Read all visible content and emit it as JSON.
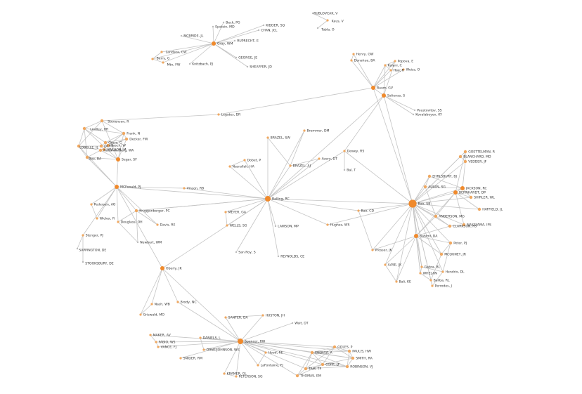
{
  "colors": {
    "background": "#ffffff",
    "edge": "#c4c4c4",
    "node_major": "#f08a2c",
    "node_minor": "#f0a860",
    "node_small": "#bbbbbb",
    "label": "#333333"
  },
  "nodes": [
    {
      "id": "gray",
      "label": "Gray, WM",
      "degree": 12
    },
    {
      "id": "beck",
      "label": "Beck, PG",
      "degree": 1
    },
    {
      "id": "epstein",
      "label": "Epstein, MD",
      "degree": 1
    },
    {
      "id": "kidder",
      "label": "KIDDER, SQ",
      "degree": 1
    },
    {
      "id": "chan",
      "label": "CHAN, JCL",
      "degree": 1
    },
    {
      "id": "mcbride",
      "label": "MCBRIDE, JL",
      "degree": 1
    },
    {
      "id": "ruprecht",
      "label": "RUPRECHT, E",
      "degree": 1
    },
    {
      "id": "landsea",
      "label": "Landsea, CW",
      "degree": 2
    },
    {
      "id": "berry",
      "label": "Berry, G",
      "degree": 2
    },
    {
      "id": "mtn",
      "label": "Mtn, FW",
      "degree": 2
    },
    {
      "id": "george",
      "label": "GEORGE, JE",
      "degree": 1
    },
    {
      "id": "knitzbach",
      "label": "Knitzbach, PJ",
      "degree": 1
    },
    {
      "id": "sheaffer",
      "label": "SHEAFFER, JD",
      "degree": 1
    },
    {
      "id": "rublovcak",
      "label": "RUBLOVCAK, V",
      "degree": 1
    },
    {
      "id": "kaus",
      "label": "Kaus, V",
      "degree": 2
    },
    {
      "id": "tabla",
      "label": "Tabla, O",
      "degree": 1
    },
    {
      "id": "henry",
      "label": "Henry, GW",
      "degree": 2
    },
    {
      "id": "donahue",
      "label": "Donahue, BA",
      "degree": 2
    },
    {
      "id": "popova",
      "label": "Popova, E",
      "degree": 2
    },
    {
      "id": "kalani",
      "label": "Kalani, C",
      "degree": 2
    },
    {
      "id": "haa",
      "label": "Haa, R",
      "degree": 2
    },
    {
      "id": "weiss",
      "label": "Weiss, O",
      "degree": 2
    },
    {
      "id": "baum",
      "label": "Baum, GV",
      "degree": 12
    },
    {
      "id": "saliunas",
      "label": "Saliunas, S",
      "degree": 9
    },
    {
      "id": "poustovitov",
      "label": "Poustovitov, SS",
      "degree": 1
    },
    {
      "id": "kovalaboyev",
      "label": "Kovalaboyev, KY",
      "degree": 1
    },
    {
      "id": "legates",
      "label": "Legates, DR",
      "degree": 2
    },
    {
      "id": "stevenson",
      "label": "Stevenson, R",
      "degree": 4
    },
    {
      "id": "lindley",
      "label": "Lindley, HR",
      "degree": 5
    },
    {
      "id": "frank",
      "label": "Frank, N",
      "degree": 5
    },
    {
      "id": "decker",
      "label": "Decker, FW",
      "degree": 5
    },
    {
      "id": "gross",
      "label": "Gross, C",
      "degree": 5
    },
    {
      "id": "dcfin",
      "label": "DCFin",
      "degree": 5
    },
    {
      "id": "vwlson",
      "label": "VWLSON, M",
      "degree": 5
    },
    {
      "id": "pasch",
      "label": "Pasch, W",
      "degree": 5
    },
    {
      "id": "lobelle",
      "label": "LOBELLE, JL",
      "degree": 5
    },
    {
      "id": "nullanderberg",
      "label": "Nullanderberg, WA",
      "degree": 5
    },
    {
      "id": "boe",
      "label": "Boe, BA",
      "degree": 5
    },
    {
      "id": "segar",
      "label": "Segar, SF",
      "degree": 8
    },
    {
      "id": "mcfonald",
      "label": "MCFonald, PJ",
      "degree": 10
    },
    {
      "id": "vinson",
      "label": "Vinson, RB",
      "degree": 2
    },
    {
      "id": "pedersen",
      "label": "Pedersen, AO",
      "degree": 2
    },
    {
      "id": "wicker",
      "label": "Wicker, R",
      "degree": 2
    },
    {
      "id": "kruggenberger",
      "label": "Kruggenberger, PC",
      "degree": 5
    },
    {
      "id": "douglass",
      "label": "Douglass, OH",
      "degree": 3
    },
    {
      "id": "davis",
      "label": "Davis, RE",
      "degree": 2
    },
    {
      "id": "stenger",
      "label": "Stenger, PJ",
      "degree": 2
    },
    {
      "id": "newburt",
      "label": "Newburt, WM",
      "degree": 1
    },
    {
      "id": "sappington",
      "label": "SAPPINGTON, DE",
      "degree": 1
    },
    {
      "id": "stooksbury",
      "label": "STOOKSBURY, DE",
      "degree": 1
    },
    {
      "id": "brazel_sw",
      "label": "BRAZEL, SW",
      "degree": 2
    },
    {
      "id": "bremmer",
      "label": "Bremmer, DM",
      "degree": 2
    },
    {
      "id": "dobet",
      "label": "Dobet, P",
      "degree": 2
    },
    {
      "id": "nasrallah",
      "label": "Nasrallah, HA",
      "degree": 2
    },
    {
      "id": "brazel_aj",
      "label": "BRAZEL, AJ",
      "degree": 3
    },
    {
      "id": "avery",
      "label": "Avery, DT",
      "degree": 2
    },
    {
      "id": "dewey",
      "label": "Dewey, RS",
      "degree": 3
    },
    {
      "id": "bal",
      "label": "Bal, T",
      "degree": 1
    },
    {
      "id": "balling",
      "label": "Balling, RC",
      "degree": 16
    },
    {
      "id": "meyer",
      "label": "MEYER, GA",
      "degree": 2
    },
    {
      "id": "wells",
      "label": "WELLS, SG",
      "degree": 2
    },
    {
      "id": "lawson",
      "label": "LAWSON, MP",
      "degree": 1
    },
    {
      "id": "sanroy",
      "label": "San Roy, S",
      "degree": 1
    },
    {
      "id": "reynolds",
      "label": "REYNOLDS, CE",
      "degree": 1
    },
    {
      "id": "hughes",
      "label": "Hughes, WS",
      "degree": 2
    },
    {
      "id": "bao",
      "label": "Bao, CD",
      "degree": 3
    },
    {
      "id": "bao_sb",
      "label": "Bao, SB",
      "degree": 30
    },
    {
      "id": "goettelmann",
      "label": "GOETTELMAN, R",
      "degree": 4
    },
    {
      "id": "blanchard",
      "label": "BLANCHARD, MD",
      "degree": 4
    },
    {
      "id": "vedder",
      "label": "VEDDER, JF",
      "degree": 4
    },
    {
      "id": "ehrlsbury",
      "label": "EHRLSBURY, BJ",
      "degree": 4
    },
    {
      "id": "jackson",
      "label": "JACKSON, RC",
      "degree": 8
    },
    {
      "id": "aulen",
      "label": "AULEN, SG",
      "degree": 4
    },
    {
      "id": "bernhardt",
      "label": "BERNHARDT, DP",
      "degree": 10
    },
    {
      "id": "shirler",
      "label": "SHIRLER, WL",
      "degree": 4
    },
    {
      "id": "hatfield",
      "label": "HATFIELD, JL",
      "degree": 4
    },
    {
      "id": "anderson",
      "label": "ANDERSON, MG",
      "degree": 4
    },
    {
      "id": "nakayama",
      "label": "NAKAYAMA, IFS",
      "degree": 4
    },
    {
      "id": "clarkson",
      "label": "CLARKSON, FB",
      "degree": 4
    },
    {
      "id": "rahimi",
      "label": "Rahimi, DA",
      "degree": 10
    },
    {
      "id": "peter",
      "label": "Peter, PJ",
      "degree": 5
    },
    {
      "id": "mcquney",
      "label": "MCQUNEY, JR",
      "degree": 4
    },
    {
      "id": "prosser",
      "label": "Prosser, JK",
      "degree": 2
    },
    {
      "id": "aase",
      "label": "AASE, JK",
      "degree": 2
    },
    {
      "id": "gabra",
      "label": "Gabra, BL",
      "degree": 3
    },
    {
      "id": "hendrix",
      "label": "Hendrix, DL",
      "degree": 3
    },
    {
      "id": "whelan",
      "label": "WHELAN",
      "degree": 3
    },
    {
      "id": "baliba",
      "label": "Baliba, RL",
      "degree": 3
    },
    {
      "id": "perrodes",
      "label": "Perrodes, J",
      "degree": 3
    },
    {
      "id": "bali",
      "label": "Bali, KE",
      "degree": 2
    },
    {
      "id": "oberly",
      "label": "Oberly, JK",
      "degree": 8
    },
    {
      "id": "nash",
      "label": "Nash, WB",
      "degree": 2
    },
    {
      "id": "brody",
      "label": "Brody, NC",
      "degree": 2
    },
    {
      "id": "griswald",
      "label": "Griswald, MO",
      "degree": 2
    },
    {
      "id": "santer",
      "label": "SANTER, DA",
      "degree": 2
    },
    {
      "id": "huston",
      "label": "HUSTON, JH",
      "degree": 2
    },
    {
      "id": "wait",
      "label": "Wait, DT",
      "degree": 1
    },
    {
      "id": "maker",
      "label": "MAKER, AV",
      "degree": 2
    },
    {
      "id": "daniels",
      "label": "DANIELS, L",
      "degree": 2
    },
    {
      "id": "fabio",
      "label": "FABIO, WS",
      "degree": 2
    },
    {
      "id": "vance",
      "label": "VANCE, FJ",
      "degree": 2
    },
    {
      "id": "spencer",
      "label": "Spencer, RW",
      "degree": 20
    },
    {
      "id": "orne",
      "label": "ORNE/JOHNSON, WK",
      "degree": 2
    },
    {
      "id": "snider",
      "label": "SNIDER, RM",
      "degree": 2
    },
    {
      "id": "hood",
      "label": "Hood, RE",
      "degree": 2
    },
    {
      "id": "lafontaine",
      "label": "LaFontaine, FJ",
      "degree": 2
    },
    {
      "id": "kramer",
      "label": "KRAMER, GL",
      "degree": 2
    },
    {
      "id": "peterson",
      "label": "PETERSON, SG",
      "degree": 2
    },
    {
      "id": "ebentz",
      "label": "EBENTZ, A",
      "degree": 6
    },
    {
      "id": "goles",
      "label": "GOLES, P",
      "degree": 6
    },
    {
      "id": "paulis",
      "label": "PAULIS, HW",
      "degree": 6
    },
    {
      "id": "smith",
      "label": "SMITH, RA",
      "degree": 6
    },
    {
      "id": "copp",
      "label": "COPP, LT",
      "degree": 6
    },
    {
      "id": "robinson",
      "label": "ROBINSON, VJ",
      "degree": 6
    },
    {
      "id": "tam",
      "label": "TAM, TF",
      "degree": 6
    },
    {
      "id": "thomas",
      "label": "THOMAS, EM",
      "degree": 6
    }
  ]
}
